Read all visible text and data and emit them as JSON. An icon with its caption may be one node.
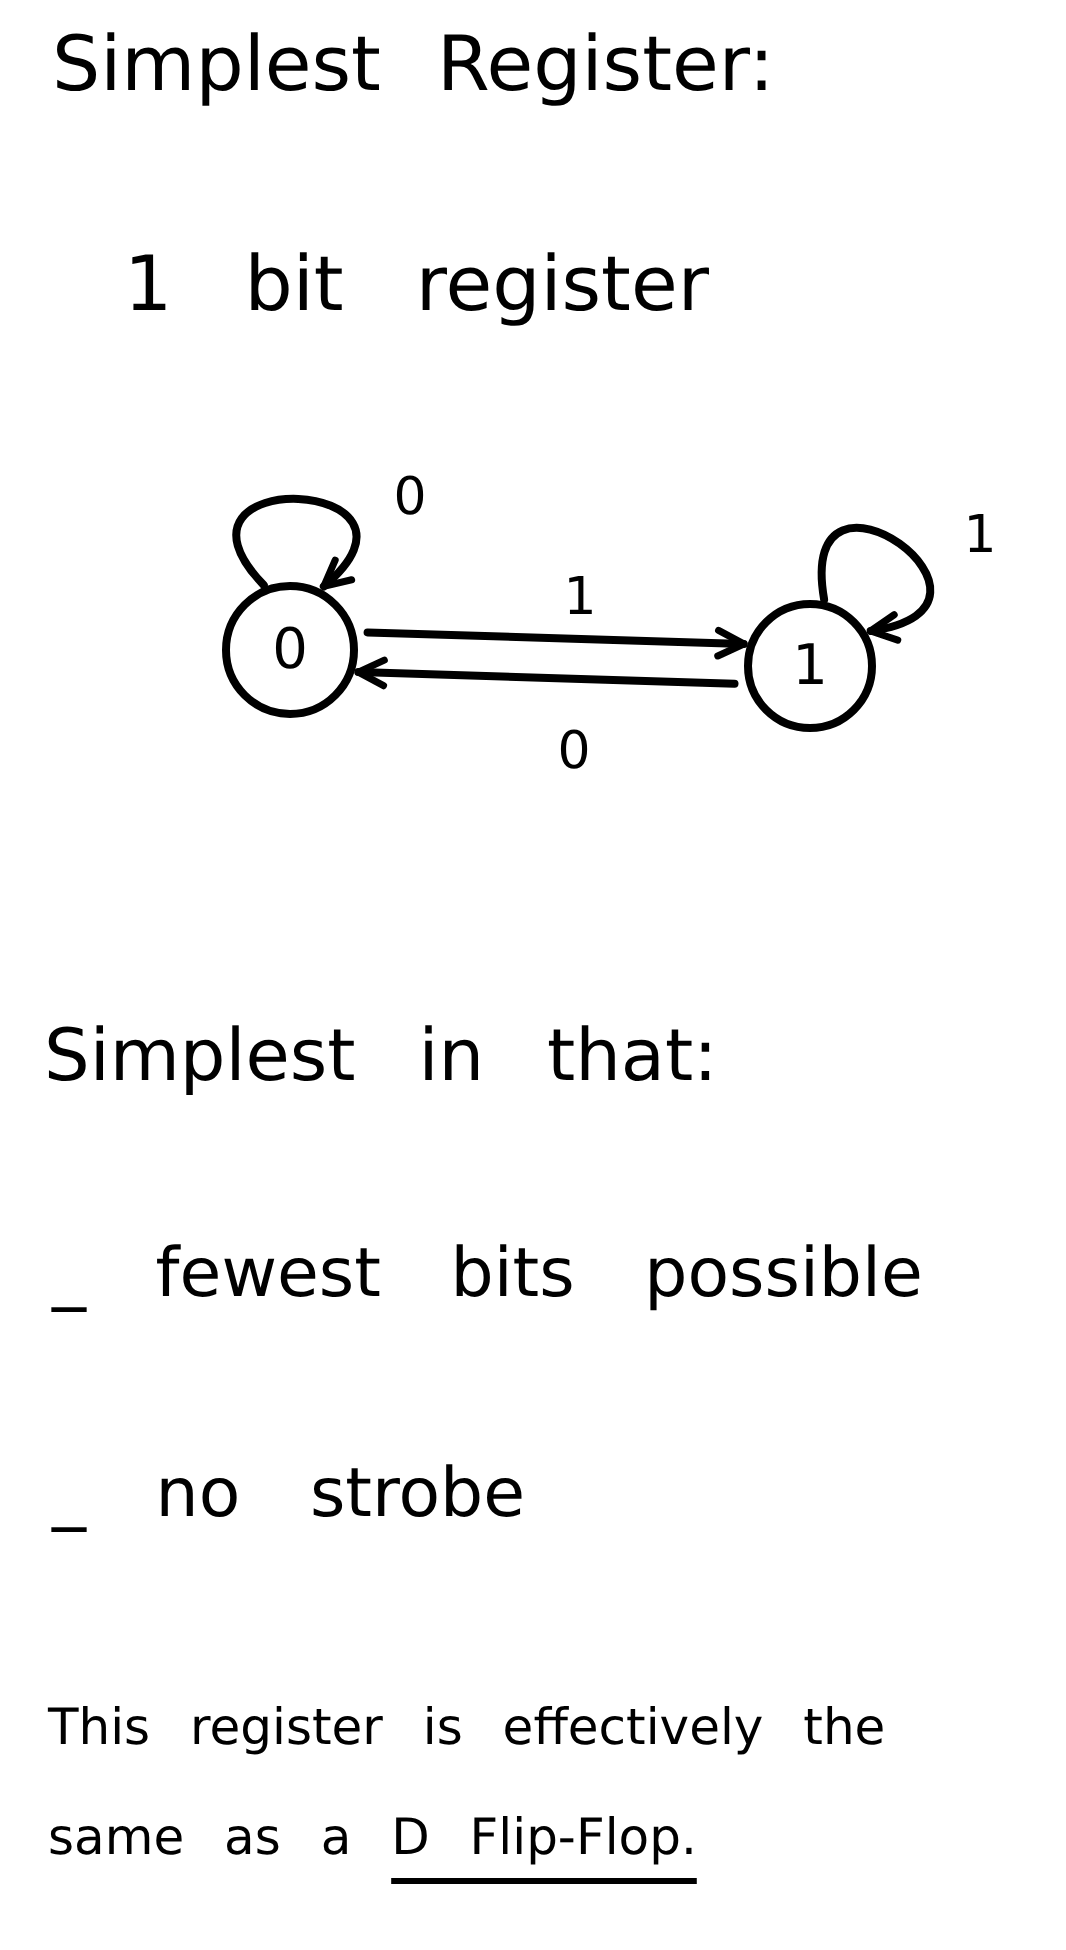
{
  "diagram": {
    "title": "Simplest Register:",
    "nodes": [
      {
        "text": [
          "0"
        ]
      },
      {
        "text": [
          "1"
        ]
      }
    ],
    "edges": [
      {
        "from": 0,
        "to": 0,
        "arrow": "to",
        "label": "0"
      },
      {
        "from": 0,
        "to": 1,
        "arrow": "to",
        "label": "1"
      },
      {
        "from": 1,
        "to": 0,
        "arrow": "to",
        "label": "0"
      },
      {
        "from": 1,
        "to": 1,
        "arrow": "to",
        "label": "1"
      }
    ],
    "labels": [
      "1 bit register",
      "Simplest in that:",
      "_ fewest bits possible",
      "_ no strobe",
      "This register is effectively the same as a **D Flip-Flop.**"
    ]
  }
}
